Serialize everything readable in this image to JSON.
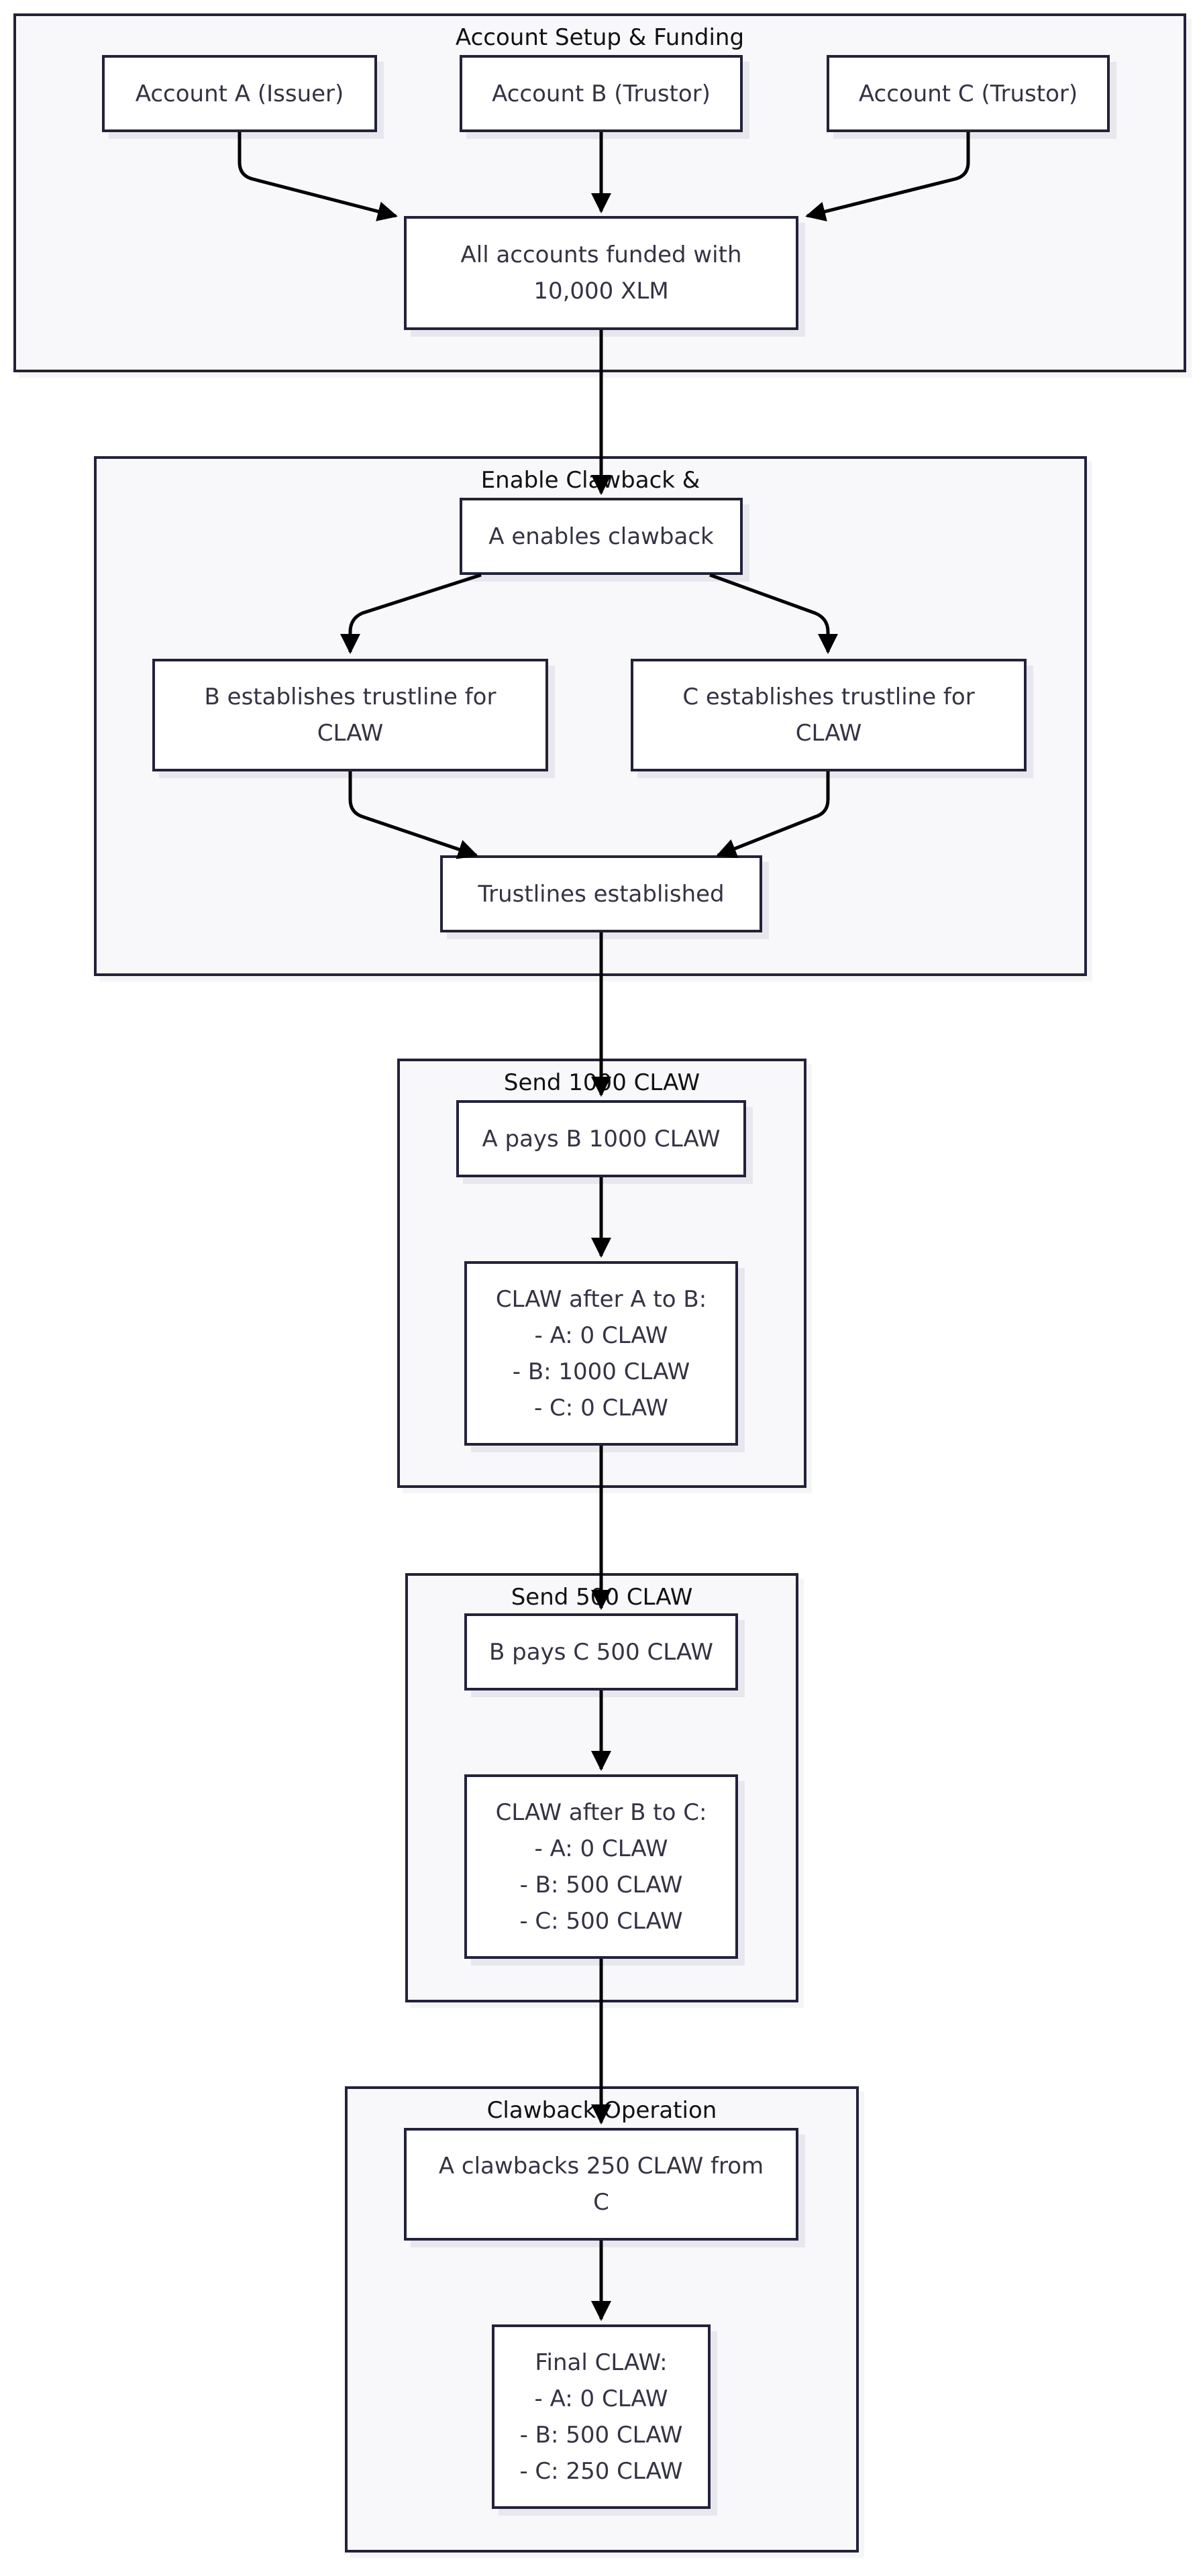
{
  "diagram": {
    "clusters": [
      {
        "id": "c1",
        "title": "Account Setup & Funding"
      },
      {
        "id": "c2",
        "title": "Enable Clawback &"
      },
      {
        "id": "c3",
        "title": "Send 1000 CLAW"
      },
      {
        "id": "c4",
        "title": "Send 500 CLAW"
      },
      {
        "id": "c5",
        "title": "Clawback Operation"
      }
    ],
    "nodes": [
      {
        "id": "n1",
        "label": "Account A (Issuer)"
      },
      {
        "id": "n2",
        "label": "Account B (Trustor)"
      },
      {
        "id": "n3",
        "label": "Account C (Trustor)"
      },
      {
        "id": "n4",
        "label": "All accounts funded with\n10,000 XLM"
      },
      {
        "id": "n5",
        "label": "A enables clawback"
      },
      {
        "id": "n6",
        "label": "B establishes trustline for\nCLAW"
      },
      {
        "id": "n7",
        "label": "C establishes trustline for\nCLAW"
      },
      {
        "id": "n8",
        "label": "Trustlines established"
      },
      {
        "id": "n9",
        "label": "A pays B 1000 CLAW"
      },
      {
        "id": "n10",
        "label": "CLAW after A to B:\n- A: 0 CLAW\n- B: 1000 CLAW\n- C: 0 CLAW"
      },
      {
        "id": "n11",
        "label": "B pays C 500 CLAW"
      },
      {
        "id": "n12",
        "label": "CLAW after B to C:\n- A: 0 CLAW\n- B: 500 CLAW\n- C: 500 CLAW"
      },
      {
        "id": "n13",
        "label": "A clawbacks 250 CLAW from\nC"
      },
      {
        "id": "n14",
        "label": "Final CLAW:\n- A: 0 CLAW\n- B: 500 CLAW\n- C: 250 CLAW"
      }
    ],
    "edges": [
      {
        "from": "n1",
        "to": "n4"
      },
      {
        "from": "n2",
        "to": "n4"
      },
      {
        "from": "n3",
        "to": "n4"
      },
      {
        "from": "n4",
        "to": "n5"
      },
      {
        "from": "n5",
        "to": "n6"
      },
      {
        "from": "n5",
        "to": "n7"
      },
      {
        "from": "n6",
        "to": "n8"
      },
      {
        "from": "n7",
        "to": "n8"
      },
      {
        "from": "n8",
        "to": "n9"
      },
      {
        "from": "n9",
        "to": "n10"
      },
      {
        "from": "n10",
        "to": "n11"
      },
      {
        "from": "n11",
        "to": "n12"
      },
      {
        "from": "n12",
        "to": "n13"
      },
      {
        "from": "n13",
        "to": "n14"
      }
    ]
  }
}
